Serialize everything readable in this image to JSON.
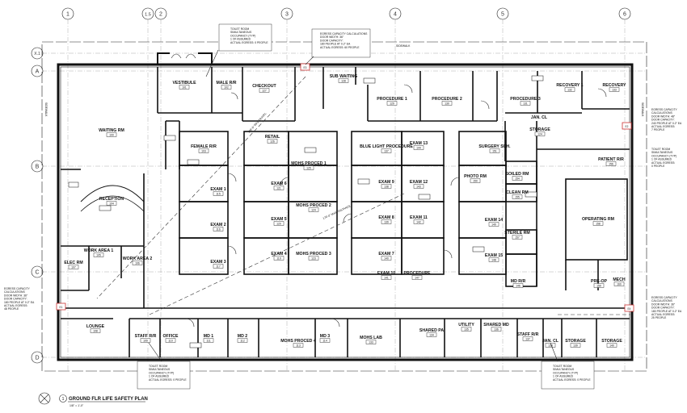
{
  "grid_columns": [
    "1",
    "1.5",
    "2",
    "3",
    "4",
    "5",
    "6"
  ],
  "grid_rows": [
    "X.1",
    "A",
    "B",
    "C",
    "D"
  ],
  "sidewalk_label": "SIDEWALK",
  "rooms": [
    {
      "id": "vestibule",
      "name": "VESTIBULE",
      "num": "101"
    },
    {
      "id": "male-rr",
      "name": "MALE R/R",
      "num": "102"
    },
    {
      "id": "checkout",
      "name": "CHECKOUT",
      "num": "127"
    },
    {
      "id": "sub-waiting",
      "name": "SUB WAITING",
      "num": "128"
    },
    {
      "id": "procedure-1",
      "name": "PROCEDURE 1",
      "num": "129"
    },
    {
      "id": "procedure-2",
      "name": "PROCEDURE 2",
      "num": "130"
    },
    {
      "id": "procedure-3",
      "name": "PROCEDURE 3",
      "num": "131"
    },
    {
      "id": "recovery-1",
      "name": "RECOVERY 1",
      "num": "132"
    },
    {
      "id": "recovery",
      "name": "RECOVERY",
      "num": "133"
    },
    {
      "id": "waiting-rm",
      "name": "WAITING RM",
      "num": "100"
    },
    {
      "id": "female-rr",
      "name": "FEMALE R/R",
      "num": "103"
    },
    {
      "id": "retail",
      "name": "RETAIL",
      "num": "126"
    },
    {
      "id": "blue-light",
      "name": "BLUE LIGHT PROCEDURE",
      "num": "137"
    },
    {
      "id": "exam-13",
      "name": "EXAM 13",
      "num": "144"
    },
    {
      "id": "surgery-sch",
      "name": "SURGERY SCH.",
      "num": "151"
    },
    {
      "id": "jan-cl",
      "name": "JAN. CL",
      "num": ""
    },
    {
      "id": "storage-a",
      "name": "STORAGE",
      "num": "124"
    },
    {
      "id": "mohs-proced-1",
      "name": "MOHS PROCED 1",
      "num": "125"
    },
    {
      "id": "exam-6",
      "name": "EXAM 6",
      "num": "121"
    },
    {
      "id": "exam-9",
      "name": "EXAM 9",
      "num": "138"
    },
    {
      "id": "exam-12",
      "name": "EXAM 12",
      "num": "143"
    },
    {
      "id": "photo-rm",
      "name": "PHOTO RM",
      "num": "150"
    },
    {
      "id": "soiled-rm",
      "name": "SOILED RM",
      "num": "154"
    },
    {
      "id": "clean-rm",
      "name": "CLEAN RM",
      "num": "155"
    },
    {
      "id": "patient-rr",
      "name": "PATIENT R/R",
      "num": "156"
    },
    {
      "id": "reception",
      "name": "RECEPTION",
      "num": "104"
    },
    {
      "id": "exam-1",
      "name": "EXAM 1",
      "num": "115"
    },
    {
      "id": "exam-2",
      "name": "EXAM 2",
      "num": "116"
    },
    {
      "id": "exam-5",
      "name": "EXAM 5",
      "num": "120"
    },
    {
      "id": "mohs-proced-2",
      "name": "MOHS PROCED 2",
      "num": "124"
    },
    {
      "id": "exam-8",
      "name": "EXAM 8",
      "num": "139"
    },
    {
      "id": "exam-11",
      "name": "EXAM 11",
      "num": "142"
    },
    {
      "id": "exam-14",
      "name": "EXAM 14",
      "num": "149"
    },
    {
      "id": "operating-rm",
      "name": "OPERATING RM",
      "num": "158"
    },
    {
      "id": "work-area-1",
      "name": "WORK AREA 1",
      "num": "105"
    },
    {
      "id": "work-area-2",
      "name": "WORK AREA 2",
      "num": "106"
    },
    {
      "id": "elec-rm",
      "name": "ELEC RM",
      "num": "107"
    },
    {
      "id": "exam-3",
      "name": "EXAM 3",
      "num": "117"
    },
    {
      "id": "exam-4",
      "name": "EXAM 4",
      "num": "119"
    },
    {
      "id": "mohs-proced-3",
      "name": "MOHS PROCED 3",
      "num": "123"
    },
    {
      "id": "exam-7",
      "name": "EXAM 7",
      "num": "140"
    },
    {
      "id": "exam-10",
      "name": "EXAM 10",
      "num": "141"
    },
    {
      "id": "procedure",
      "name": "PROCEDURE",
      "num": "147"
    },
    {
      "id": "exam-15",
      "name": "EXAM 15",
      "num": "148"
    },
    {
      "id": "sterile-rm",
      "name": "STERILE RM",
      "num": "157"
    },
    {
      "id": "md-rr",
      "name": "MD R/R",
      "num": "146"
    },
    {
      "id": "pre-op",
      "name": "PRE-OP",
      "num": "159"
    },
    {
      "id": "mech",
      "name": "MECH",
      "num": "160"
    },
    {
      "id": "lounge",
      "name": "LOUNGE",
      "num": "108"
    },
    {
      "id": "staff-rr-a",
      "name": "STAFF R/R",
      "num": "109"
    },
    {
      "id": "office",
      "name": "OFFICE",
      "num": "110"
    },
    {
      "id": "md-1",
      "name": "MD 1",
      "num": "111"
    },
    {
      "id": "md-2",
      "name": "MD 2",
      "num": "112"
    },
    {
      "id": "mohs-proced-4",
      "name": "MOHS PROCED 4",
      "num": "113"
    },
    {
      "id": "md-3",
      "name": "MD 3",
      "num": "114"
    },
    {
      "id": "mohs-lab",
      "name": "MOHS LAB",
      "num": "133"
    },
    {
      "id": "shared-pa",
      "name": "SHARED PA",
      "num": "134"
    },
    {
      "id": "utility",
      "name": "UTILITY",
      "num": "135"
    },
    {
      "id": "shared-md",
      "name": "SHARED MD",
      "num": "136"
    },
    {
      "id": "staff-rr-b",
      "name": "STAFF R/R",
      "num": "137"
    },
    {
      "id": "jan-cl-b",
      "name": "JAN. CL",
      "num": "138"
    },
    {
      "id": "storage-b",
      "name": "STORAGE",
      "num": "139"
    },
    {
      "id": "storage-c",
      "name": "STORAGE",
      "num": "140"
    }
  ],
  "notes": {
    "toilet_top": [
      "TOILET ROOM",
      "SIMULTANEOUS",
      "OCCUPANCY (TYP)",
      "1 OF ASSUMED",
      "ACTUAL EGRESS: 0 PEOPLE"
    ],
    "egress_top": [
      "EGRESS CAPACITY CALCULATIONS",
      "DOOR WIDTH: 36\"",
      "DOOR CAPACITY:",
      "180 PEOPLE AT 0.2\" EA",
      "ACTUAL EGRESS: 60 PEOPLE"
    ],
    "egress_right_1": [
      "EGRESS CAPACITY",
      "CALCULATIONS",
      "DOOR WIDTH: 48\"",
      "DOOR CAPACITY:",
      "240 PEOPLE AT 0.2\" EA",
      "ACTUAL EGRESS:",
      "7 PEOPLE"
    ],
    "toilet_right": [
      "TOILET ROOM",
      "SIMULTANEOUS",
      "OCCUPANCY (TYP)",
      "1 OF ASSUMED",
      "ACTUAL EGRESS:",
      "0 PEOPLE"
    ],
    "egress_left": [
      "EGRESS CAPACITY",
      "CALCULATIONS",
      "DOOR WIDTH: 36\"",
      "DOOR CAPACITY:",
      "180 PEOPLE AT 0.2\" EA",
      "ACTUAL EGRESS:",
      "48 PEOPLE"
    ],
    "egress_right_2": [
      "EGRESS CAPACITY",
      "CALCULATIONS",
      "DOOR WIDTH: 36\"",
      "DOOR CAPACITY:",
      "180 PEOPLE AT 0.2\" EA",
      "ACTUAL EGRESS:",
      "25 PEOPLE"
    ],
    "toilet_bottom_left": [
      "TOILET ROOM",
      "SIMULTANEOUS",
      "OCCUPANCY (TYP)",
      "1 OF ASSUMED",
      "ACTUAL EGRESS: 0 PEOPLE"
    ],
    "toilet_bottom_right": [
      "TOILET ROOM",
      "SIMULTANEOUS",
      "OCCUPANCY (TYP)",
      "1 OF ASSUMED",
      "ACTUAL EGRESS: 0 PEOPLE"
    ]
  },
  "exit_tags": {
    "top": "E3",
    "right_1": "E2",
    "left": "E1",
    "right_2": "E4"
  },
  "path_labels": {
    "diag_1": "108'-0\" MAX TRAVEL",
    "diag_2": "176'-0\" MAX. DISTANCE"
  },
  "title_block": {
    "number": "1",
    "title": "GROUND FLR LIFE SAFETY PLAN",
    "scale": "1/8\" = 1'-0\""
  },
  "colors": {
    "line": "#111111",
    "grid": "#999999",
    "exit": "#cc3333"
  }
}
